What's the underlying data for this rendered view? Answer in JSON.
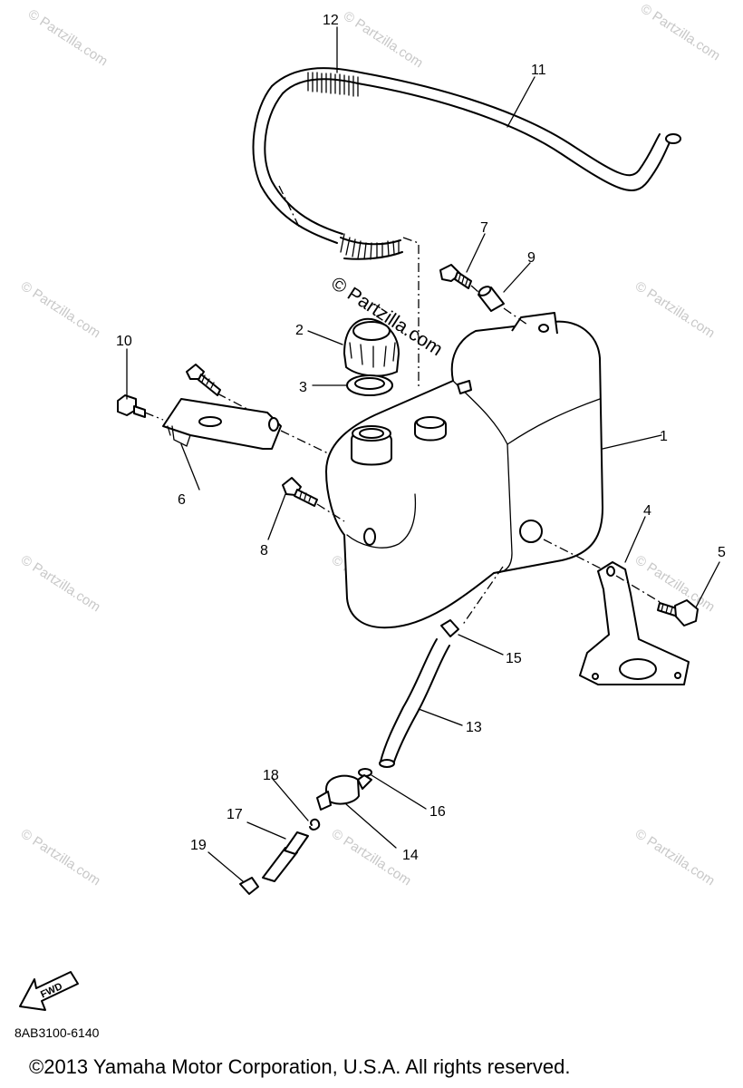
{
  "watermark": {
    "text": "© Partzilla.com",
    "center_text": "© Partzilla.com"
  },
  "callouts": [
    "1",
    "2",
    "3",
    "4",
    "5",
    "6",
    "7",
    "8",
    "9",
    "10",
    "11",
    "12",
    "13",
    "14",
    "15",
    "16",
    "17",
    "18",
    "19"
  ],
  "fwd_label": "FWD",
  "diagram_code": "8AB3100-6140",
  "copyright": "©2013 Yamaha Motor Corporation, U.S.A. All rights reserved."
}
